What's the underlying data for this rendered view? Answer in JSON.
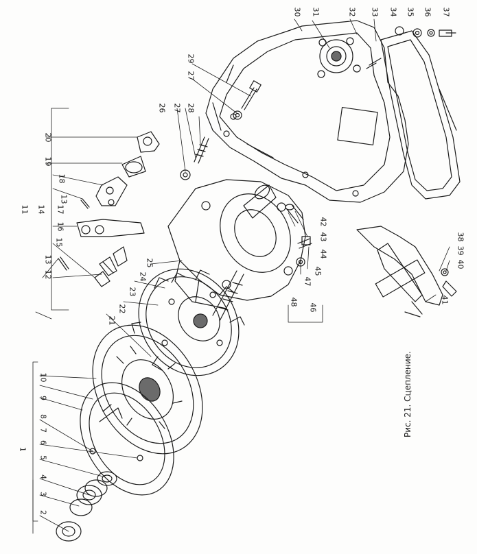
{
  "caption": "Рис. 21. Сцепление.",
  "callouts": [
    {
      "id": "c1",
      "text": "1"
    },
    {
      "id": "c2",
      "text": "2"
    },
    {
      "id": "c3",
      "text": "3"
    },
    {
      "id": "c4",
      "text": "4"
    },
    {
      "id": "c5",
      "text": "5"
    },
    {
      "id": "c6",
      "text": "6"
    },
    {
      "id": "c7",
      "text": "7"
    },
    {
      "id": "c8",
      "text": "8"
    },
    {
      "id": "c9",
      "text": "9"
    },
    {
      "id": "c10",
      "text": "10"
    },
    {
      "id": "c11",
      "text": "11"
    },
    {
      "id": "c12",
      "text": "12"
    },
    {
      "id": "c13a",
      "text": "13"
    },
    {
      "id": "c13b",
      "text": "13"
    },
    {
      "id": "c14",
      "text": "14"
    },
    {
      "id": "c15",
      "text": "15"
    },
    {
      "id": "c16",
      "text": "16"
    },
    {
      "id": "c17",
      "text": "17"
    },
    {
      "id": "c18",
      "text": "18"
    },
    {
      "id": "c19",
      "text": "19"
    },
    {
      "id": "c20",
      "text": "20"
    },
    {
      "id": "c21",
      "text": "21"
    },
    {
      "id": "c22",
      "text": "22"
    },
    {
      "id": "c23",
      "text": "23"
    },
    {
      "id": "c24",
      "text": "24"
    },
    {
      "id": "c25",
      "text": "25"
    },
    {
      "id": "c26",
      "text": "26"
    },
    {
      "id": "c27a",
      "text": "27"
    },
    {
      "id": "c27b",
      "text": "27"
    },
    {
      "id": "c28",
      "text": "28"
    },
    {
      "id": "c29",
      "text": "29"
    },
    {
      "id": "c30",
      "text": "30"
    },
    {
      "id": "c31",
      "text": "31"
    },
    {
      "id": "c32",
      "text": "32"
    },
    {
      "id": "c33",
      "text": "33"
    },
    {
      "id": "c34",
      "text": "34"
    },
    {
      "id": "c35",
      "text": "35"
    },
    {
      "id": "c36",
      "text": "36"
    },
    {
      "id": "c37",
      "text": "37"
    },
    {
      "id": "c38",
      "text": "38"
    },
    {
      "id": "c39",
      "text": "39"
    },
    {
      "id": "c40",
      "text": "40"
    },
    {
      "id": "c41",
      "text": "41"
    },
    {
      "id": "c42",
      "text": "42"
    },
    {
      "id": "c43",
      "text": "43"
    },
    {
      "id": "c44",
      "text": "44"
    },
    {
      "id": "c45",
      "text": "45"
    },
    {
      "id": "c46",
      "text": "46"
    },
    {
      "id": "c47",
      "text": "47"
    },
    {
      "id": "c48",
      "text": "48"
    }
  ],
  "colors": {
    "ink": "#1a1a1a",
    "paper": "#fdfdfc",
    "shade": "#6b6b6b"
  }
}
